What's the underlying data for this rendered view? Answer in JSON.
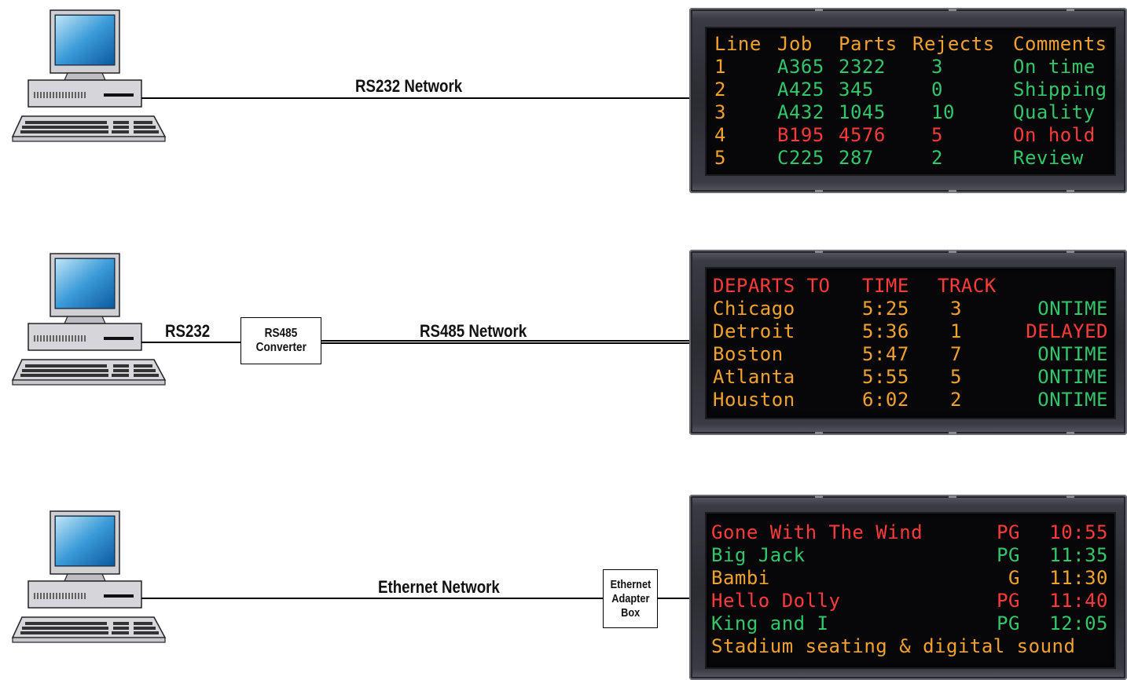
{
  "row1": {
    "network_label": "RS232 Network",
    "display": {
      "header": [
        "Line",
        "Job",
        "Parts",
        "Rejects",
        "Comments"
      ],
      "rows": [
        {
          "line": "1",
          "job": "A365",
          "parts": "2322",
          "rejects": "3",
          "comments": "On time",
          "color": "green"
        },
        {
          "line": "2",
          "job": "A425",
          "parts": "345",
          "rejects": "0",
          "comments": "Shipping",
          "color": "green"
        },
        {
          "line": "3",
          "job": "A432",
          "parts": "1045",
          "rejects": "10",
          "comments": "Quality",
          "color": "green"
        },
        {
          "line": "4",
          "job": "B195",
          "parts": "4576",
          "rejects": "5",
          "comments": "On hold",
          "color": "red"
        },
        {
          "line": "5",
          "job": "C225",
          "parts": "287",
          "rejects": "2",
          "comments": "Review",
          "color": "green"
        }
      ]
    }
  },
  "row2": {
    "left_label": "RS232",
    "converter_line1": "RS485",
    "converter_line2": "Converter",
    "network_label": "RS485 Network",
    "display": {
      "header": [
        "DEPARTS TO",
        "TIME",
        "TRACK"
      ],
      "rows": [
        {
          "city": "Chicago",
          "time": "5:25",
          "track": "3",
          "status": "ONTIME",
          "status_color": "green"
        },
        {
          "city": "Detroit",
          "time": "5:36",
          "track": "1",
          "status": "DELAYED",
          "status_color": "red"
        },
        {
          "city": "Boston",
          "time": "5:47",
          "track": "7",
          "status": "ONTIME",
          "status_color": "green"
        },
        {
          "city": "Atlanta",
          "time": "5:55",
          "track": "5",
          "status": "ONTIME",
          "status_color": "green"
        },
        {
          "city": "Houston",
          "time": "6:02",
          "track": "2",
          "status": "ONTIME",
          "status_color": "green"
        }
      ]
    }
  },
  "row3": {
    "network_label": "Ethernet Network",
    "adapter_line1": "Ethernet",
    "adapter_line2": "Adapter",
    "adapter_line3": "Box",
    "display": {
      "rows": [
        {
          "title": "Gone With The Wind",
          "rating": "PG",
          "time": "10:55",
          "color": "red"
        },
        {
          "title": "Big Jack",
          "rating": "PG",
          "time": "11:35",
          "color": "green"
        },
        {
          "title": "Bambi",
          "rating": "G",
          "time": "11:30",
          "color": "amber"
        },
        {
          "title": "Hello Dolly",
          "rating": "PG",
          "time": "11:40",
          "color": "red"
        },
        {
          "title": "King and I",
          "rating": "PG",
          "time": "12:05",
          "color": "green"
        }
      ],
      "footer": "Stadium seating & digital sound"
    }
  },
  "colors": {
    "amber": "#f2a22e",
    "green": "#33c66a",
    "red": "#ff3b3b"
  },
  "icons": [
    "desktop-computer-icon",
    "monitor-icon",
    "keyboard-icon"
  ]
}
